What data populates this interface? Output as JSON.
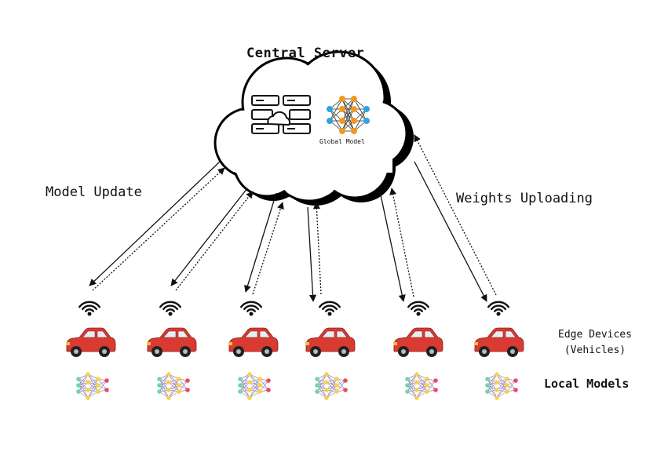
{
  "title": "Central Server",
  "global_model_label": "Global Model",
  "left_label": "Model Update",
  "right_label": "Weights Uploading",
  "edge_devices_label": {
    "line1": "Edge Devices",
    "line2": "(Vehicles)"
  },
  "local_models_label": "Local Models",
  "icons": {
    "server": "server-cloud-icon",
    "global_model": "neural-network-icon",
    "wifi": "wifi-icon",
    "vehicle": "car-icon",
    "local_model": "neural-network-icon"
  },
  "colors": {
    "car_body": "#d93a32",
    "node_orange": "#f29a1f",
    "node_blue": "#2fa3df",
    "node_green": "#6fd6a8",
    "node_yellow": "#f3d34a",
    "node_red": "#e84a5f"
  },
  "device_count": 6
}
